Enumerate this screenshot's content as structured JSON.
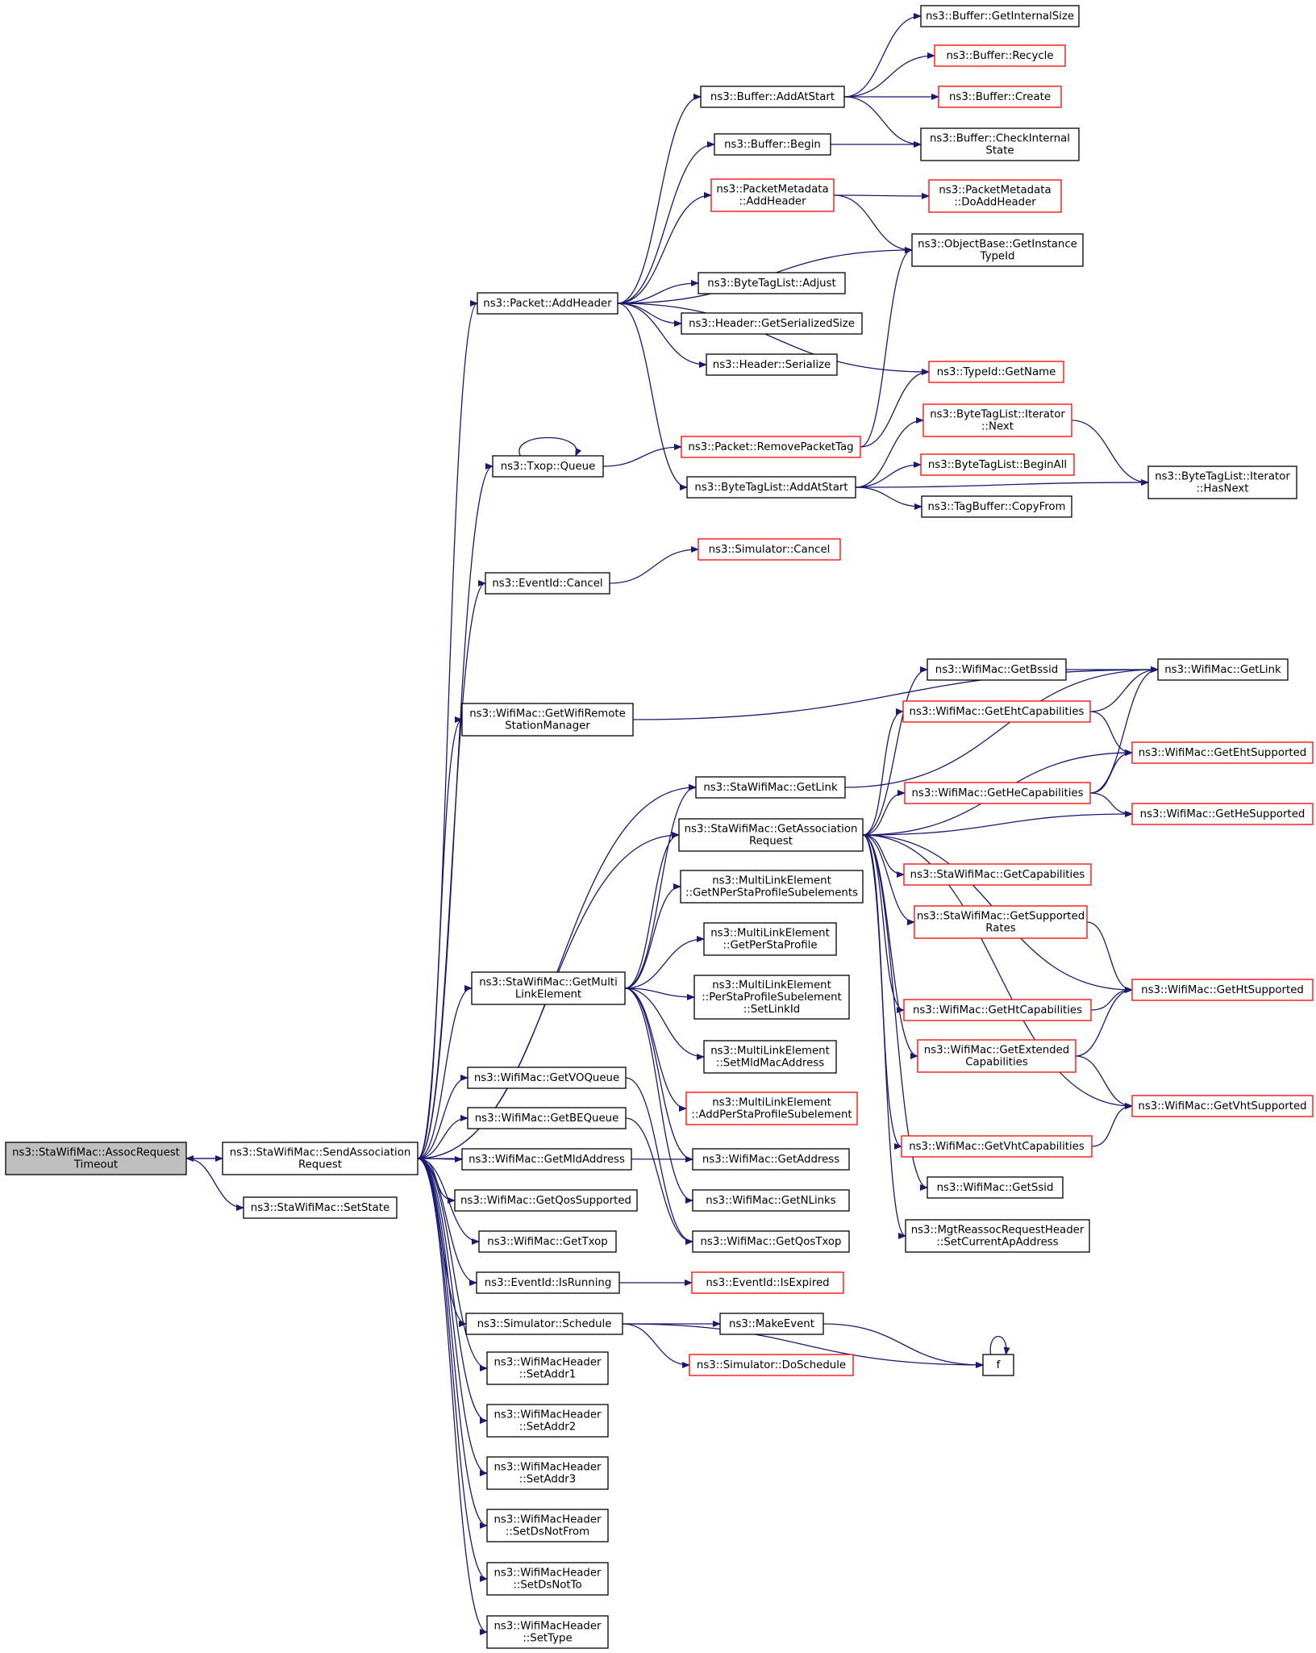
{
  "nodes": [
    {
      "id": "assoc_timeout",
      "lines": [
        "ns3::StaWifiMac::AssocRequest",
        "Timeout"
      ],
      "style": "root"
    },
    {
      "id": "send_assoc",
      "lines": [
        "ns3::StaWifiMac::SendAssociation",
        "Request"
      ],
      "style": "black"
    },
    {
      "id": "set_state",
      "lines": [
        "ns3::StaWifiMac::SetState"
      ],
      "style": "black"
    },
    {
      "id": "buf_addatstart",
      "lines": [
        "ns3::Buffer::AddAtStart"
      ],
      "style": "black"
    },
    {
      "id": "buf_getinternalsize",
      "lines": [
        "ns3::Buffer::GetInternalSize"
      ],
      "style": "black"
    },
    {
      "id": "buf_recycle",
      "lines": [
        "ns3::Buffer::Recycle"
      ],
      "style": "red"
    },
    {
      "id": "buf_create",
      "lines": [
        "ns3::Buffer::Create"
      ],
      "style": "red"
    },
    {
      "id": "buf_begin",
      "lines": [
        "ns3::Buffer::Begin"
      ],
      "style": "black"
    },
    {
      "id": "buf_checkinternal",
      "lines": [
        "ns3::Buffer::CheckInternal",
        "State"
      ],
      "style": "black"
    },
    {
      "id": "pm_addheader",
      "lines": [
        "ns3::PacketMetadata",
        "::AddHeader"
      ],
      "style": "red"
    },
    {
      "id": "pm_doaddheader",
      "lines": [
        "ns3::PacketMetadata",
        "::DoAddHeader"
      ],
      "style": "red"
    },
    {
      "id": "ob_getinstance",
      "lines": [
        "ns3::ObjectBase::GetInstance",
        "TypeId"
      ],
      "style": "black"
    },
    {
      "id": "pkt_addheader",
      "lines": [
        "ns3::Packet::AddHeader"
      ],
      "style": "black"
    },
    {
      "id": "btl_adjust",
      "lines": [
        "ns3::ByteTagList::Adjust"
      ],
      "style": "black"
    },
    {
      "id": "hdr_getser",
      "lines": [
        "ns3::Header::GetSerializedSize"
      ],
      "style": "black"
    },
    {
      "id": "hdr_ser",
      "lines": [
        "ns3::Header::Serialize"
      ],
      "style": "black"
    },
    {
      "id": "typeid_getname",
      "lines": [
        "ns3::TypeId::GetName"
      ],
      "style": "red"
    },
    {
      "id": "btl_iter_next",
      "lines": [
        "ns3::ByteTagList::Iterator",
        "::Next"
      ],
      "style": "red"
    },
    {
      "id": "txop_queue",
      "lines": [
        "ns3::Txop::Queue"
      ],
      "style": "black"
    },
    {
      "id": "pkt_removetag",
      "lines": [
        "ns3::Packet::RemovePacketTag"
      ],
      "style": "red"
    },
    {
      "id": "btl_beginall",
      "lines": [
        "ns3::ByteTagList::BeginAll"
      ],
      "style": "red"
    },
    {
      "id": "btl_iter_hasnext",
      "lines": [
        "ns3::ByteTagList::Iterator",
        "::HasNext"
      ],
      "style": "black"
    },
    {
      "id": "btl_addatstart",
      "lines": [
        "ns3::ByteTagList::AddAtStart"
      ],
      "style": "black"
    },
    {
      "id": "tagbuf_copyfrom",
      "lines": [
        "ns3::TagBuffer::CopyFrom"
      ],
      "style": "black"
    },
    {
      "id": "sim_cancel",
      "lines": [
        "ns3::Simulator::Cancel"
      ],
      "style": "red"
    },
    {
      "id": "evt_cancel",
      "lines": [
        "ns3::EventId::Cancel"
      ],
      "style": "black"
    },
    {
      "id": "wm_getbssid",
      "lines": [
        "ns3::WifiMac::GetBssid"
      ],
      "style": "black"
    },
    {
      "id": "wm_getlink",
      "lines": [
        "ns3::WifiMac::GetLink"
      ],
      "style": "black"
    },
    {
      "id": "wm_getremote",
      "lines": [
        "ns3::WifiMac::GetWifiRemote",
        "StationManager"
      ],
      "style": "black"
    },
    {
      "id": "wm_getehtcap",
      "lines": [
        "ns3::WifiMac::GetEhtCapabilities"
      ],
      "style": "red"
    },
    {
      "id": "wm_getehtsup",
      "lines": [
        "ns3::WifiMac::GetEhtSupported"
      ],
      "style": "red"
    },
    {
      "id": "swm_getlink",
      "lines": [
        "ns3::StaWifiMac::GetLink"
      ],
      "style": "black"
    },
    {
      "id": "wm_gethecap",
      "lines": [
        "ns3::WifiMac::GetHeCapabilities"
      ],
      "style": "red"
    },
    {
      "id": "wm_gethesup",
      "lines": [
        "ns3::WifiMac::GetHeSupported"
      ],
      "style": "red"
    },
    {
      "id": "swm_getassocreq",
      "lines": [
        "ns3::StaWifiMac::GetAssociation",
        "Request"
      ],
      "style": "black"
    },
    {
      "id": "swm_getcap",
      "lines": [
        "ns3::StaWifiMac::GetCapabilities"
      ],
      "style": "red"
    },
    {
      "id": "mle_getnper",
      "lines": [
        "ns3::MultiLinkElement",
        "::GetNPerStaProfileSubelements"
      ],
      "style": "black"
    },
    {
      "id": "swm_getsuprates",
      "lines": [
        "ns3::StaWifiMac::GetSupported",
        "Rates"
      ],
      "style": "red"
    },
    {
      "id": "mle_getper",
      "lines": [
        "ns3::MultiLinkElement",
        "::GetPerStaProfile"
      ],
      "style": "black"
    },
    {
      "id": "swm_getmle",
      "lines": [
        "ns3::StaWifiMac::GetMulti",
        "LinkElement"
      ],
      "style": "black"
    },
    {
      "id": "mle_setlinkid",
      "lines": [
        "ns3::MultiLinkElement",
        "::PerStaProfileSubelement",
        "::SetLinkId"
      ],
      "style": "black"
    },
    {
      "id": "wm_gethtsup",
      "lines": [
        "ns3::WifiMac::GetHtSupported"
      ],
      "style": "red"
    },
    {
      "id": "wm_gethtcap",
      "lines": [
        "ns3::WifiMac::GetHtCapabilities"
      ],
      "style": "red"
    },
    {
      "id": "mle_setmld",
      "lines": [
        "ns3::MultiLinkElement",
        "::SetMldMacAddress"
      ],
      "style": "black"
    },
    {
      "id": "wm_getextcap",
      "lines": [
        "ns3::WifiMac::GetExtended",
        "Capabilities"
      ],
      "style": "red"
    },
    {
      "id": "wm_getvoq",
      "lines": [
        "ns3::WifiMac::GetVOQueue"
      ],
      "style": "black"
    },
    {
      "id": "mle_addper",
      "lines": [
        "ns3::MultiLinkElement",
        "::AddPerStaProfileSubelement"
      ],
      "style": "red"
    },
    {
      "id": "wm_getvhtsup",
      "lines": [
        "ns3::WifiMac::GetVhtSupported"
      ],
      "style": "red"
    },
    {
      "id": "wm_getbeq",
      "lines": [
        "ns3::WifiMac::GetBEQueue"
      ],
      "style": "black"
    },
    {
      "id": "wm_getvhtcap",
      "lines": [
        "ns3::WifiMac::GetVhtCapabilities"
      ],
      "style": "red"
    },
    {
      "id": "wm_getmld",
      "lines": [
        "ns3::WifiMac::GetMldAddress"
      ],
      "style": "black"
    },
    {
      "id": "wm_getaddress",
      "lines": [
        "ns3::WifiMac::GetAddress"
      ],
      "style": "black"
    },
    {
      "id": "wm_getssid",
      "lines": [
        "ns3::WifiMac::GetSsid"
      ],
      "style": "black"
    },
    {
      "id": "wm_getqossup",
      "lines": [
        "ns3::WifiMac::GetQosSupported"
      ],
      "style": "black"
    },
    {
      "id": "wm_getnlinks",
      "lines": [
        "ns3::WifiMac::GetNLinks"
      ],
      "style": "black"
    },
    {
      "id": "mgt_setcurap",
      "lines": [
        "ns3::MgtReassocRequestHeader",
        "::SetCurrentApAddress"
      ],
      "style": "black"
    },
    {
      "id": "wm_gettxop",
      "lines": [
        "ns3::WifiMac::GetTxop"
      ],
      "style": "black"
    },
    {
      "id": "wm_getqostxop",
      "lines": [
        "ns3::WifiMac::GetQosTxop"
      ],
      "style": "black"
    },
    {
      "id": "evt_isrunning",
      "lines": [
        "ns3::EventId::IsRunning"
      ],
      "style": "black"
    },
    {
      "id": "evt_isexpired",
      "lines": [
        "ns3::EventId::IsExpired"
      ],
      "style": "red"
    },
    {
      "id": "sim_schedule",
      "lines": [
        "ns3::Simulator::Schedule"
      ],
      "style": "black"
    },
    {
      "id": "make_event",
      "lines": [
        "ns3::MakeEvent"
      ],
      "style": "black"
    },
    {
      "id": "f",
      "lines": [
        "f"
      ],
      "style": "black"
    },
    {
      "id": "sim_doschedule",
      "lines": [
        "ns3::Simulator::DoSchedule"
      ],
      "style": "red"
    },
    {
      "id": "wmh_setaddr1",
      "lines": [
        "ns3::WifiMacHeader",
        "::SetAddr1"
      ],
      "style": "black"
    },
    {
      "id": "wmh_setaddr2",
      "lines": [
        "ns3::WifiMacHeader",
        "::SetAddr2"
      ],
      "style": "black"
    },
    {
      "id": "wmh_setaddr3",
      "lines": [
        "ns3::WifiMacHeader",
        "::SetAddr3"
      ],
      "style": "black"
    },
    {
      "id": "wmh_setdsnotfrom",
      "lines": [
        "ns3::WifiMacHeader",
        "::SetDsNotFrom"
      ],
      "style": "black"
    },
    {
      "id": "wmh_setdsnotto",
      "lines": [
        "ns3::WifiMacHeader",
        "::SetDsNotTo"
      ],
      "style": "black"
    },
    {
      "id": "wmh_settype",
      "lines": [
        "ns3::WifiMacHeader",
        "::SetType"
      ],
      "style": "black"
    }
  ],
  "edges": [
    [
      "assoc_timeout",
      "send_assoc"
    ],
    [
      "send_assoc",
      "assoc_timeout"
    ],
    [
      "assoc_timeout",
      "set_state"
    ],
    [
      "send_assoc",
      "pkt_addheader"
    ],
    [
      "send_assoc",
      "txop_queue"
    ],
    [
      "send_assoc",
      "evt_cancel"
    ],
    [
      "send_assoc",
      "wm_getremote"
    ],
    [
      "send_assoc",
      "swm_getlink"
    ],
    [
      "send_assoc",
      "swm_getassocreq"
    ],
    [
      "send_assoc",
      "swm_getmle"
    ],
    [
      "send_assoc",
      "wm_getaddress"
    ],
    [
      "send_assoc",
      "wm_getvoq"
    ],
    [
      "send_assoc",
      "wm_getbeq"
    ],
    [
      "send_assoc",
      "wm_getmld"
    ],
    [
      "send_assoc",
      "wm_getqossup"
    ],
    [
      "send_assoc",
      "wm_gettxop"
    ],
    [
      "send_assoc",
      "evt_isrunning"
    ],
    [
      "send_assoc",
      "sim_schedule"
    ],
    [
      "send_assoc",
      "wmh_setaddr1"
    ],
    [
      "send_assoc",
      "wmh_setaddr2"
    ],
    [
      "send_assoc",
      "wmh_setaddr3"
    ],
    [
      "send_assoc",
      "wmh_setdsnotfrom"
    ],
    [
      "send_assoc",
      "wmh_setdsnotto"
    ],
    [
      "send_assoc",
      "wmh_settype"
    ],
    [
      "pkt_addheader",
      "buf_addatstart"
    ],
    [
      "pkt_addheader",
      "buf_begin"
    ],
    [
      "pkt_addheader",
      "pm_addheader"
    ],
    [
      "pkt_addheader",
      "ob_getinstance"
    ],
    [
      "pkt_addheader",
      "btl_adjust"
    ],
    [
      "pkt_addheader",
      "hdr_getser"
    ],
    [
      "pkt_addheader",
      "hdr_ser"
    ],
    [
      "pkt_addheader",
      "typeid_getname"
    ],
    [
      "pkt_addheader",
      "btl_addatstart"
    ],
    [
      "buf_addatstart",
      "buf_getinternalsize"
    ],
    [
      "buf_addatstart",
      "buf_recycle"
    ],
    [
      "buf_addatstart",
      "buf_create"
    ],
    [
      "buf_addatstart",
      "buf_checkinternal"
    ],
    [
      "buf_begin",
      "buf_checkinternal"
    ],
    [
      "pm_addheader",
      "pm_doaddheader"
    ],
    [
      "pm_addheader",
      "ob_getinstance"
    ],
    [
      "txop_queue",
      "txop_queue"
    ],
    [
      "txop_queue",
      "pkt_removetag"
    ],
    [
      "pkt_removetag",
      "ob_getinstance"
    ],
    [
      "pkt_removetag",
      "typeid_getname"
    ],
    [
      "btl_addatstart",
      "btl_iter_next"
    ],
    [
      "btl_addatstart",
      "btl_beginall"
    ],
    [
      "btl_addatstart",
      "tagbuf_copyfrom"
    ],
    [
      "btl_addatstart",
      "btl_iter_hasnext"
    ],
    [
      "btl_iter_next",
      "btl_iter_hasnext"
    ],
    [
      "evt_cancel",
      "sim_cancel"
    ],
    [
      "wm_getremote",
      "wm_getlink"
    ],
    [
      "swm_getlink",
      "wm_getlink"
    ],
    [
      "wm_getbssid",
      "wm_getlink"
    ],
    [
      "wm_getehtcap",
      "wm_getlink"
    ],
    [
      "wm_getehtcap",
      "wm_getehtsup"
    ],
    [
      "wm_gethecap",
      "wm_getlink"
    ],
    [
      "wm_gethecap",
      "wm_getehtsup"
    ],
    [
      "wm_gethecap",
      "wm_gethesup"
    ],
    [
      "swm_getassocreq",
      "wm_getbssid"
    ],
    [
      "swm_getassocreq",
      "wm_getehtcap"
    ],
    [
      "swm_getassocreq",
      "wm_getehtsup"
    ],
    [
      "swm_getassocreq",
      "wm_gethecap"
    ],
    [
      "swm_getassocreq",
      "wm_gethesup"
    ],
    [
      "swm_getassocreq",
      "swm_getcap"
    ],
    [
      "swm_getassocreq",
      "swm_getsuprates"
    ],
    [
      "swm_getassocreq",
      "wm_gethtsup"
    ],
    [
      "swm_getassocreq",
      "wm_gethtcap"
    ],
    [
      "swm_getassocreq",
      "wm_getextcap"
    ],
    [
      "swm_getassocreq",
      "wm_getvhtsup"
    ],
    [
      "swm_getassocreq",
      "wm_getvhtcap"
    ],
    [
      "swm_getassocreq",
      "wm_getssid"
    ],
    [
      "swm_getassocreq",
      "mgt_setcurap"
    ],
    [
      "swm_getsuprates",
      "wm_gethtsup"
    ],
    [
      "wm_gethtcap",
      "wm_gethtsup"
    ],
    [
      "wm_getextcap",
      "wm_gethtsup"
    ],
    [
      "wm_getextcap",
      "wm_getvhtsup"
    ],
    [
      "wm_getvhtcap",
      "wm_getvhtsup"
    ],
    [
      "swm_getmle",
      "swm_getlink"
    ],
    [
      "swm_getmle",
      "swm_getassocreq"
    ],
    [
      "swm_getmle",
      "mle_getnper"
    ],
    [
      "swm_getmle",
      "mle_getper"
    ],
    [
      "swm_getmle",
      "mle_setlinkid"
    ],
    [
      "swm_getmle",
      "mle_setmld"
    ],
    [
      "swm_getmle",
      "mle_addper"
    ],
    [
      "swm_getmle",
      "wm_getaddress"
    ],
    [
      "swm_getmle",
      "wm_getnlinks"
    ],
    [
      "wm_getvoq",
      "wm_getqostxop"
    ],
    [
      "wm_getbeq",
      "wm_getqostxop"
    ],
    [
      "evt_isrunning",
      "evt_isexpired"
    ],
    [
      "sim_schedule",
      "make_event"
    ],
    [
      "sim_schedule",
      "sim_doschedule"
    ],
    [
      "sim_schedule",
      "f"
    ],
    [
      "make_event",
      "f"
    ],
    [
      "f",
      "f"
    ]
  ]
}
